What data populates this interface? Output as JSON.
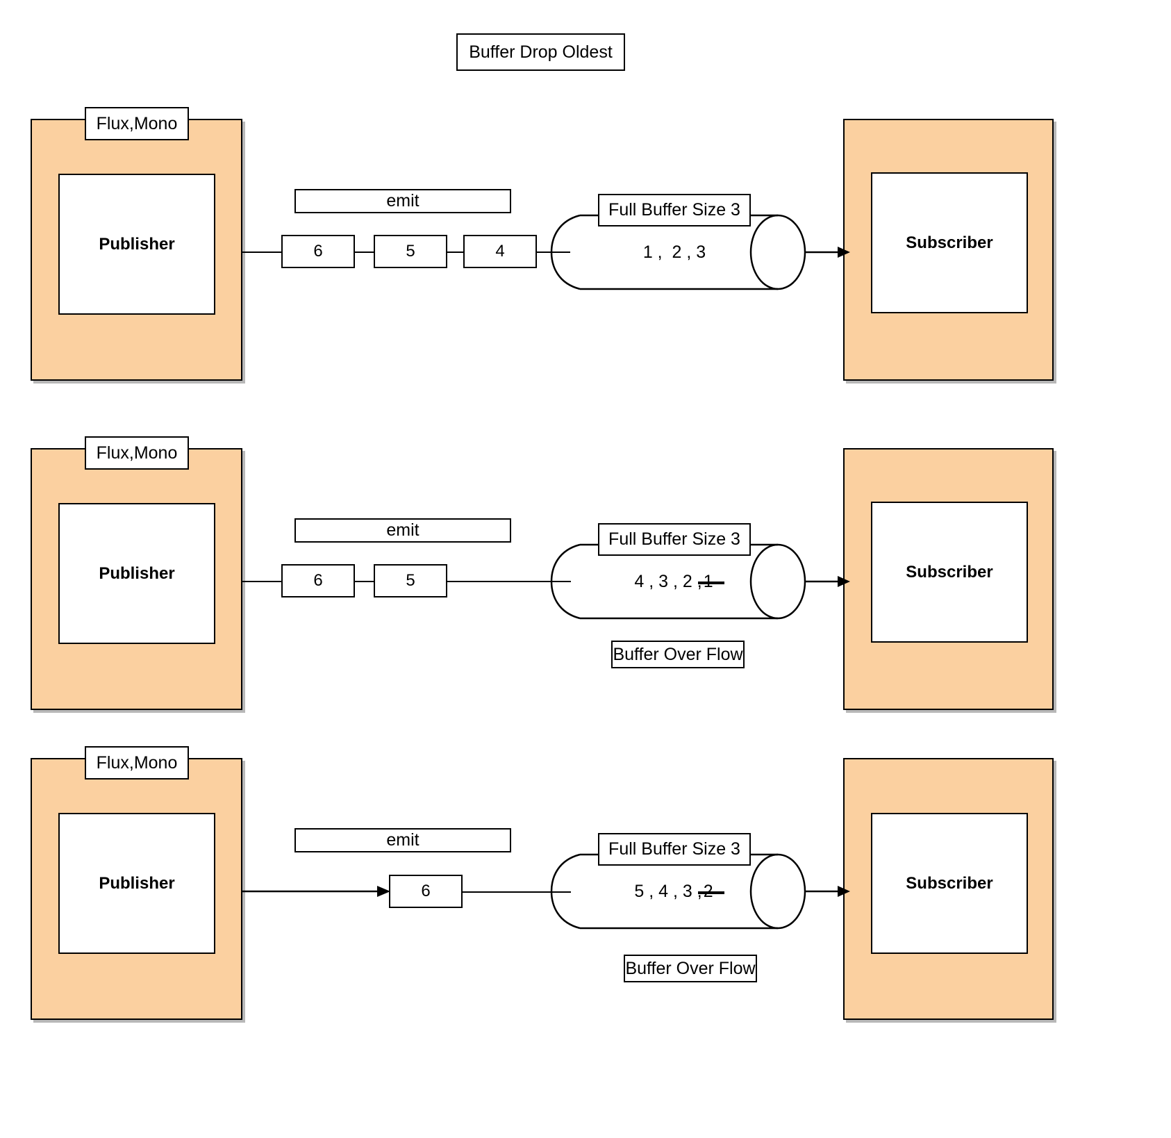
{
  "diagram": {
    "title": "Buffer Drop Oldest",
    "colors": {
      "actor_fill": "#fbd0a0",
      "stroke": "#000000",
      "box_fill": "#ffffff"
    },
    "rows": [
      {
        "publisher_tag": "Flux,Mono",
        "publisher_label": "Publisher",
        "emit_label": "emit",
        "emit_items": [
          "6",
          "5",
          "4"
        ],
        "buffer_label": "Full Buffer Size 3",
        "buffer_values_kept": "1 ,  2 , 3",
        "buffer_value_dropped": "",
        "overflow_label": "",
        "subscriber_label": "Subscriber"
      },
      {
        "publisher_tag": "Flux,Mono",
        "publisher_label": "Publisher",
        "emit_label": "emit",
        "emit_items": [
          "6",
          "5"
        ],
        "buffer_label": "Full Buffer Size 3",
        "buffer_values_kept": "4 , 3 , 2 ,",
        "buffer_value_dropped": "1",
        "overflow_label": "Buffer Over Flow",
        "subscriber_label": "Subscriber"
      },
      {
        "publisher_tag": "Flux,Mono",
        "publisher_label": "Publisher",
        "emit_label": "emit",
        "emit_items": [
          "6"
        ],
        "buffer_label": "Full Buffer Size 3",
        "buffer_values_kept": "5 , 4 , 3 ,",
        "buffer_value_dropped": "2",
        "overflow_label": "Buffer Over Flow",
        "subscriber_label": "Subscriber"
      }
    ]
  }
}
